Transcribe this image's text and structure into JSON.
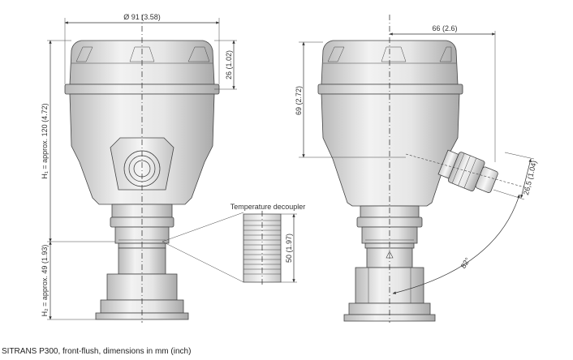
{
  "dimensions": {
    "diameter": "Ø 91 (3.58)",
    "cover_height": "26 (1.02)",
    "h1": "H₁ = approx. 120 (4.72)",
    "h2": "H₂ = approx. 49 (1.93)",
    "side_offset": "66 (2.6)",
    "housing_height": "69 (2.72)",
    "gland_diameter": "26,5 (1.04)",
    "angle": "82°",
    "decoupler_height": "50 (1.97)"
  },
  "labels": {
    "temperature_decoupler": "Temperature decoupler"
  },
  "caption": "SITRANS P300, front-flush, dimensions in mm (inch)"
}
